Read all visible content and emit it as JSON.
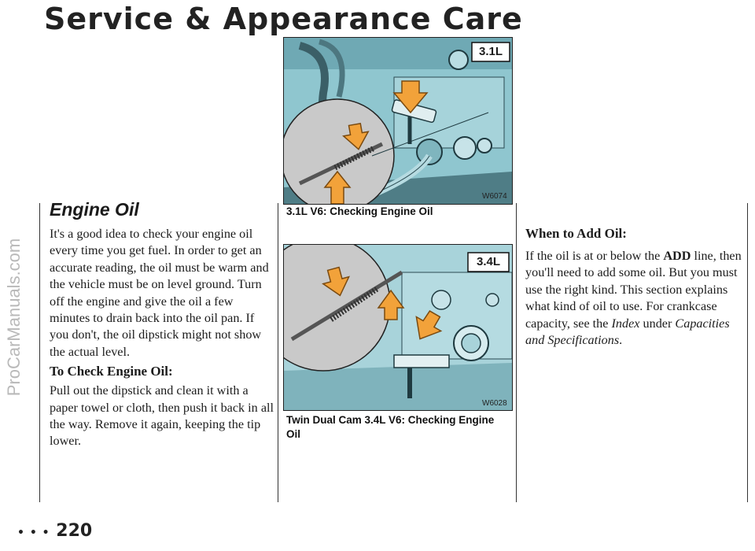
{
  "watermark": "ProCarManuals.com",
  "page_title": "Service & Appearance Care",
  "page_number": "220",
  "page_number_prefix": "• • •",
  "engine_oil": {
    "heading": "Engine Oil",
    "intro": "It's a good idea to check your engine oil every time you get fuel. In order to get an accurate reading, the oil must be warm and the vehicle must be on level ground. Turn off the engine and give the oil a few minutes to drain back into the oil pan. If you don't, the oil dipstick might not show the actual level.",
    "check_heading": "To Check Engine Oil:",
    "check_text": "Pull out the dipstick and clean it with a paper towel or cloth, then push it back in all the way. Remove it again, keeping the tip lower."
  },
  "figures": {
    "fig1": {
      "engine_tag": "3.1L",
      "code": "W6074",
      "caption": "3.1L V6: Checking Engine Oil"
    },
    "fig2": {
      "engine_tag": "3.4L",
      "code": "W6028",
      "caption": "Twin Dual Cam 3.4L V6: Checking Engine Oil"
    }
  },
  "add_oil": {
    "heading": "When to Add Oil:",
    "text_part1": "If the oil is at or below the ",
    "add_word": "ADD",
    "text_part2": " line, then you'll need to add some oil. But you must use the right kind. This section explains what kind of oil to use. For crankcase capacity, see the ",
    "index_word": "Index",
    "text_part3": " under ",
    "capacities_words": "Capacities and Specifications",
    "text_part4": "."
  }
}
